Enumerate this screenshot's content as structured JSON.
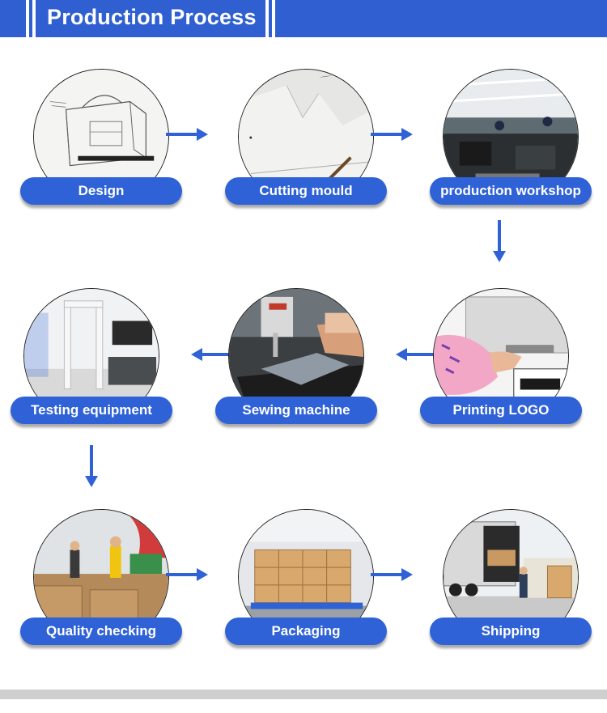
{
  "header": {
    "title": "Production Process"
  },
  "steps": [
    {
      "label": "Design",
      "image": "bag-sketch-drawing"
    },
    {
      "label": "Cutting mould",
      "image": "paper-pattern-templates"
    },
    {
      "label": "production workshop",
      "image": "factory-floor-workers"
    },
    {
      "label": "Printing LOGO",
      "image": "logo-printing-press"
    },
    {
      "label": "Sewing machine",
      "image": "industrial-sewing-machine"
    },
    {
      "label": "Testing equipment",
      "image": "testing-machine-lab"
    },
    {
      "label": "Quality checking",
      "image": "workers-inspecting-boxes"
    },
    {
      "label": "Packaging",
      "image": "stacked-cartons-pallets"
    },
    {
      "label": "Shipping",
      "image": "loading-truck-container"
    }
  ],
  "colors": {
    "accent": "#2f62d6",
    "header": "#2f5fd0",
    "arrow": "#2f62d6"
  }
}
